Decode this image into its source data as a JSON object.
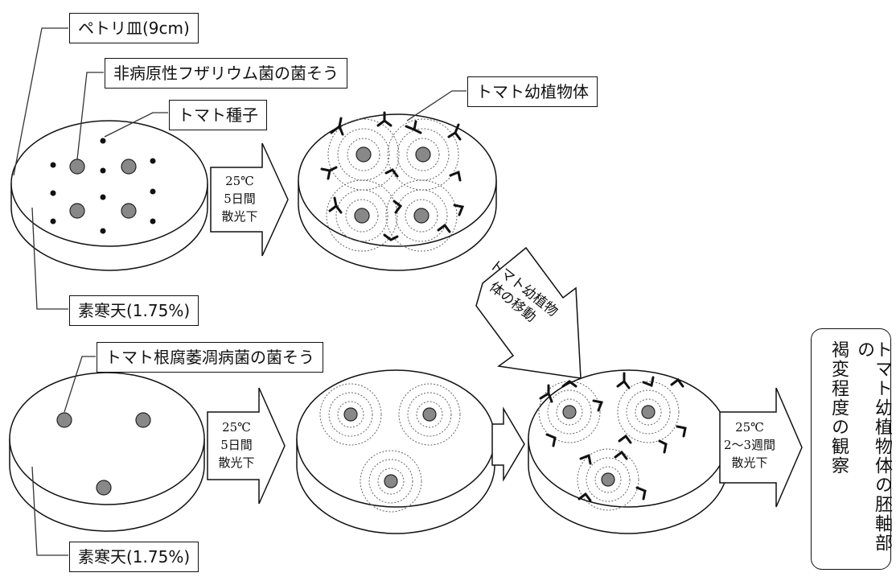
{
  "labels": {
    "petri": "ペトリ皿(9cm)",
    "nonpath_colony": "非病原性フザリウム菌の菌そう",
    "seed": "トマト種子",
    "agar_top": "素寒天(1.75%)",
    "seedling": "トマト幼植物体",
    "path_colony": "トマト根腐萎凋病菌の菌そう",
    "agar_bottom": "素寒天(1.75%)"
  },
  "conditions": {
    "top": [
      "25℃",
      "5日間",
      "散光下"
    ],
    "bottom": [
      "25℃",
      "5日間",
      "散光下"
    ],
    "final": [
      "25℃",
      "2～3週間",
      "散光下"
    ]
  },
  "transfer": [
    "トマト幼植物",
    "体の移動"
  ],
  "observation": [
    "トマト幼植物体の胚軸部の",
    "褐変程度の観察"
  ]
}
